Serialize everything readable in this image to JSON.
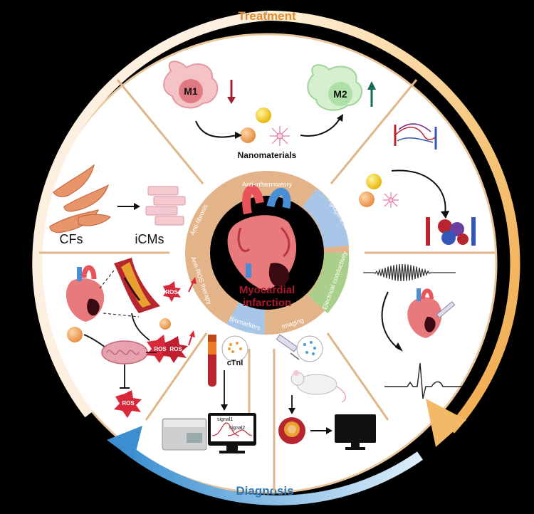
{
  "arcs": {
    "treatment": "Treatment",
    "diagnosis": "Diagnosis"
  },
  "center": {
    "title_line1": "Myocardial",
    "title_line2": "infarction"
  },
  "ring": {
    "anti_inflammatory": "Anti-inflammatory",
    "angiogenesis": "Angiogenesis",
    "electrical_conductivity": "Electrical conductivity",
    "imaging": "Imaging",
    "biomarkers": "Biomarkers",
    "anti_ros": "Anti-ROS therapy",
    "anti_fibrosis": "Anti-fibrosis"
  },
  "sectors": {
    "m1": "M1",
    "m2": "M2",
    "nanomaterials": "Nanomaterials",
    "cfs": "CFs",
    "icms": "iCMs",
    "ctnl": "cTnI",
    "signal1": "signal1",
    "signal2": "signal2",
    "ros": "ROS"
  },
  "colors": {
    "treatment_arc": "#f2b560",
    "diagnosis_arc": "#4a9fd6",
    "inner_ring": "#e3b48a",
    "dividers": "#e0b589",
    "title_red": "#a8182a"
  }
}
